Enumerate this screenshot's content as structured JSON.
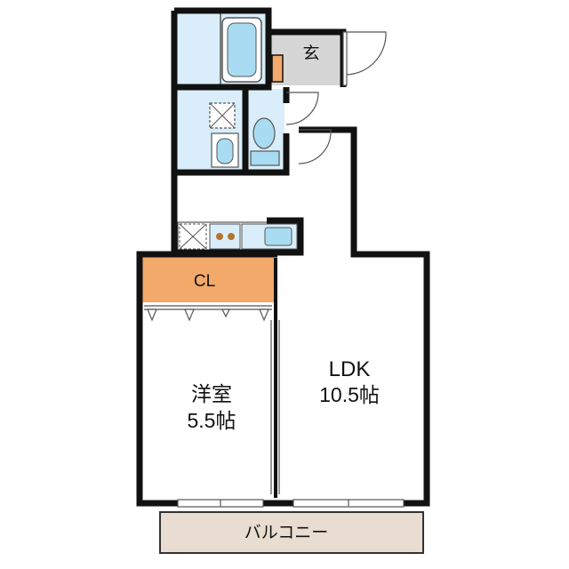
{
  "floorplan": {
    "labels": {
      "genkan": "玄",
      "closet": "CL",
      "ldk_name": "LDK",
      "ldk_size": "10.5帖",
      "yoshitsu_name": "洋室",
      "yoshitsu_size": "5.5帖",
      "balcony": "バルコニー"
    },
    "colors": {
      "wall": "#111111",
      "wet_area": "#d9eefa",
      "fixture": "#a9dcf2",
      "closet": "#f2a96a",
      "genkan": "#d6d6d6",
      "balcony": "#e8ddd0",
      "shoebox": "#f2a96a",
      "stove": "#b5722d"
    }
  }
}
